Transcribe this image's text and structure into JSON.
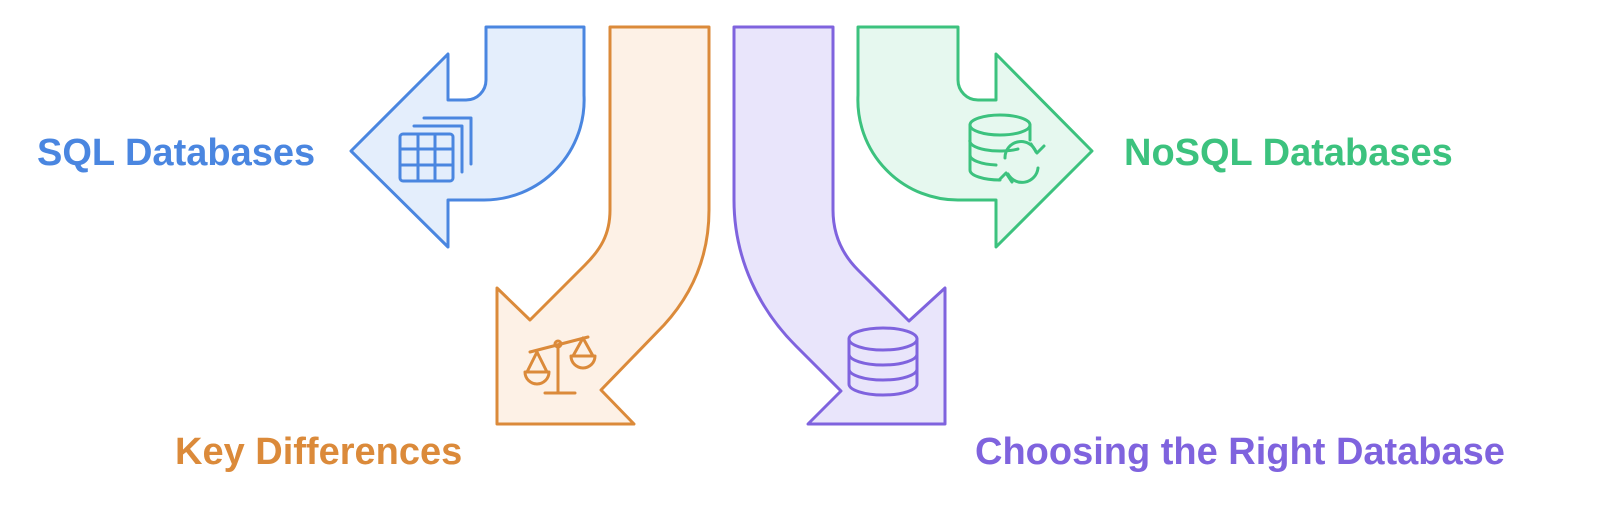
{
  "diagram": {
    "colors": {
      "sql": "#4A86E0",
      "sql_fill": "#E4EEFC",
      "key": "#DB8A3A",
      "key_fill": "#FDF1E6",
      "choose": "#7F63DE",
      "choose_fill": "#E9E5FB",
      "nosql": "#3CC27E",
      "nosql_fill": "#E6F8EF"
    },
    "items": [
      {
        "label": "SQL Databases",
        "icon": "table-stack-icon"
      },
      {
        "label": "Key Differences",
        "icon": "balance-scale-icon"
      },
      {
        "label": "Choosing the Right Database",
        "icon": "database-icon"
      },
      {
        "label": "NoSQL Databases",
        "icon": "database-sync-icon"
      }
    ]
  }
}
